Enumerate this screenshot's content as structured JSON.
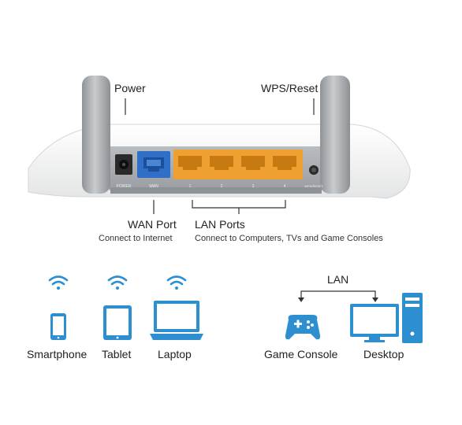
{
  "labels": {
    "power": "Power",
    "wps_reset": "WPS/Reset",
    "wan_port": "WAN Port",
    "wan_sub": "Connect to Internet",
    "lan_ports": "LAN Ports",
    "lan_sub": "Connect to Computers, TVs and Game Consoles"
  },
  "port_labels": {
    "power": "POWER",
    "wan": "WAN",
    "lan": [
      "1",
      "2",
      "3",
      "4"
    ],
    "wps": "WPS/RESET"
  },
  "wireless_devices": [
    {
      "label": "Smartphone",
      "icon": "smartphone-icon"
    },
    {
      "label": "Tablet",
      "icon": "tablet-icon"
    },
    {
      "label": "Laptop",
      "icon": "laptop-icon"
    }
  ],
  "wired_group": {
    "title": "LAN",
    "devices": [
      {
        "label": "Game Console",
        "icon": "game-console-icon"
      },
      {
        "label": "Desktop",
        "icon": "desktop-icon"
      }
    ]
  },
  "colors": {
    "wan_port": "#2f6fc7",
    "lan_port": "#f0a030",
    "icon": "#2d8fd0",
    "router_body": "#f4f4f4",
    "antenna": "#a9adb1"
  }
}
